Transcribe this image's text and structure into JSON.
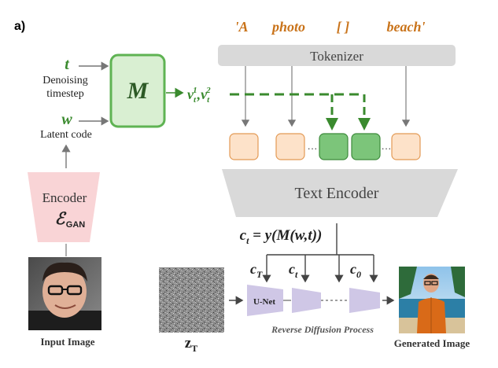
{
  "panel_label": "a)",
  "prompt_tokens": [
    "'A",
    "photo",
    "[ ]",
    "beach'"
  ],
  "tokenizer_label": "Tokenizer",
  "text_encoder_label": "Text  Encoder",
  "mapper": {
    "symbol": "M",
    "input_t_symbol": "t",
    "input_t_caption_1": "Denoising",
    "input_t_caption_2": "timestep",
    "input_w_symbol": "w",
    "input_w_caption": "Latent code",
    "output_label": "v_t^1, v_t^2"
  },
  "encoder": {
    "label": "Encoder",
    "symbol": "ℰ",
    "subscript": "GAN"
  },
  "conditioning_eq": "c_t = y(M(w,t))",
  "cond_labels": [
    "c_T",
    "c_t",
    "c_0"
  ],
  "unet_label": "U-Net",
  "process_label": "Reverse Diffusion Process",
  "noise_label": "z_T",
  "input_caption": "Input Image",
  "output_caption": "Generated Image",
  "colors": {
    "token_box": "#fde2c9",
    "token_border": "#e39a55",
    "learned_token": "#7cc57a",
    "learned_border": "#3d8a3b",
    "mapper_fill": "#d9efd2",
    "mapper_border": "#5fb353",
    "green": "#3a8a2e",
    "prompt_orange": "#c9731a",
    "encoder_fill": "#f9d4d6",
    "gray_block": "#d9d9d9",
    "unet_fill": "#cfc7e6"
  }
}
